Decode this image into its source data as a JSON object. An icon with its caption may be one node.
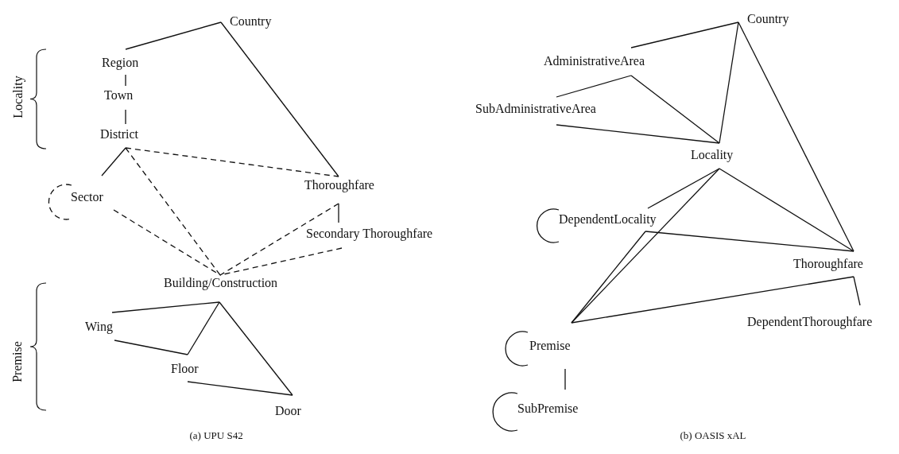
{
  "diagram": {
    "nodes": [
      {
        "text": [
          "Country"
        ]
      },
      {
        "text": [
          "Region"
        ]
      },
      {
        "text": [
          "Town"
        ]
      },
      {
        "text": [
          "District"
        ]
      },
      {
        "text": [
          "Sector"
        ]
      },
      {
        "text": [
          "Thoroughfare"
        ]
      },
      {
        "text": [
          "Secondary Thoroughfare"
        ]
      },
      {
        "text": [
          "Building/Construction"
        ]
      },
      {
        "text": [
          "Wing"
        ]
      },
      {
        "text": [
          "Floor"
        ]
      },
      {
        "text": [
          "Door"
        ]
      },
      {
        "text": [
          "Country"
        ]
      },
      {
        "text": [
          "AdministrativeArea"
        ]
      },
      {
        "text": [
          "SubAdministrativeArea"
        ]
      },
      {
        "text": [
          "Locality"
        ]
      },
      {
        "text": [
          "DependentLocality"
        ]
      },
      {
        "text": [
          "Thoroughfare"
        ]
      },
      {
        "text": [
          "DependentThoroughfare"
        ]
      },
      {
        "text": [
          "Premise"
        ]
      },
      {
        "text": [
          "SubPremise"
        ]
      }
    ],
    "edges": [
      {
        "from": 0,
        "to": 1,
        "arrow": "none"
      },
      {
        "from": 0,
        "to": 5,
        "arrow": "none"
      },
      {
        "from": 1,
        "to": 2,
        "arrow": "none"
      },
      {
        "from": 2,
        "to": 3,
        "arrow": "none"
      },
      {
        "from": 3,
        "to": 4,
        "arrow": "none"
      },
      {
        "from": 3,
        "to": 5,
        "arrow": "none",
        "style": "dashed"
      },
      {
        "from": 3,
        "to": 7,
        "arrow": "none",
        "style": "dashed"
      },
      {
        "from": 4,
        "to": 7,
        "arrow": "none",
        "style": "dashed"
      },
      {
        "from": 5,
        "to": 7,
        "arrow": "none",
        "style": "dashed"
      },
      {
        "from": 5,
        "to": 6,
        "arrow": "none"
      },
      {
        "from": 6,
        "to": 7,
        "arrow": "none",
        "style": "dashed"
      },
      {
        "from": 7,
        "to": 8,
        "arrow": "none"
      },
      {
        "from": 7,
        "to": 9,
        "arrow": "none"
      },
      {
        "from": 7,
        "to": 10,
        "arrow": "none"
      },
      {
        "from": 8,
        "to": 9,
        "arrow": "none"
      },
      {
        "from": 9,
        "to": 10,
        "arrow": "none"
      },
      {
        "from": 4,
        "to": 4,
        "arrow": "none",
        "style": "dashed"
      },
      {
        "from": 11,
        "to": 12,
        "arrow": "none"
      },
      {
        "from": 11,
        "to": 14,
        "arrow": "none"
      },
      {
        "from": 11,
        "to": 16,
        "arrow": "none"
      },
      {
        "from": 12,
        "to": 13,
        "arrow": "none"
      },
      {
        "from": 12,
        "to": 14,
        "arrow": "none"
      },
      {
        "from": 13,
        "to": 14,
        "arrow": "none"
      },
      {
        "from": 14,
        "to": 15,
        "arrow": "none"
      },
      {
        "from": 14,
        "to": 18,
        "arrow": "none"
      },
      {
        "from": 14,
        "to": 16,
        "arrow": "none"
      },
      {
        "from": 15,
        "to": 18,
        "arrow": "none"
      },
      {
        "from": 15,
        "to": 16,
        "arrow": "none"
      },
      {
        "from": 16,
        "to": 18,
        "arrow": "none"
      },
      {
        "from": 16,
        "to": 17,
        "arrow": "none"
      },
      {
        "from": 18,
        "to": 19,
        "arrow": "none"
      },
      {
        "from": 15,
        "to": 15,
        "arrow": "none"
      },
      {
        "from": 18,
        "to": 18,
        "arrow": "none"
      },
      {
        "from": 19,
        "to": 19,
        "arrow": "none"
      }
    ],
    "labels": [
      "Locality",
      "Premise",
      "(a) UPU S42",
      "(b) OASIS xAL"
    ]
  }
}
